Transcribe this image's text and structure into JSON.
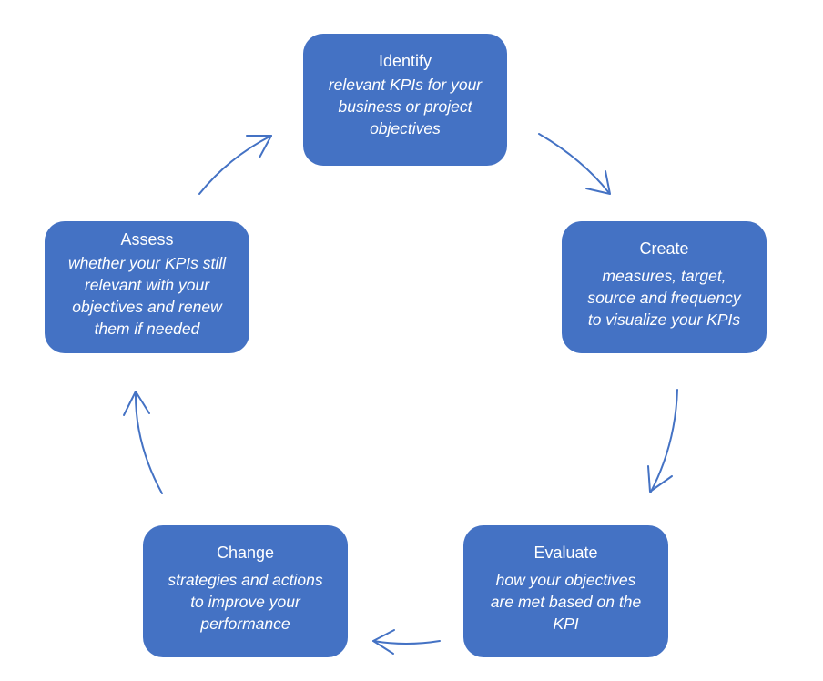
{
  "colors": {
    "node_fill": "#4472c4",
    "node_text": "#ffffff",
    "arrow": "#4472c4",
    "background": "#ffffff"
  },
  "nodes": [
    {
      "id": "identify",
      "title": "Identify",
      "lines": [
        "relevant KPIs for your",
        "business or project",
        "objectives"
      ]
    },
    {
      "id": "create",
      "title": "Create",
      "lines": [
        "measures, target,",
        "source and frequency",
        "to visualize your KPIs"
      ]
    },
    {
      "id": "evaluate",
      "title": "Evaluate",
      "lines": [
        "how your objectives",
        "are met based on the",
        "KPI"
      ]
    },
    {
      "id": "change",
      "title": "Change",
      "lines": [
        "strategies and actions",
        "to improve your",
        "performance"
      ]
    },
    {
      "id": "assess",
      "title": "Assess",
      "lines": [
        "whether your KPIs still",
        "relevant with your",
        "objectives and renew",
        "them if needed"
      ]
    }
  ],
  "edges": [
    {
      "from": "identify",
      "to": "create"
    },
    {
      "from": "create",
      "to": "evaluate"
    },
    {
      "from": "evaluate",
      "to": "change"
    },
    {
      "from": "change",
      "to": "assess"
    },
    {
      "from": "assess",
      "to": "identify"
    }
  ]
}
